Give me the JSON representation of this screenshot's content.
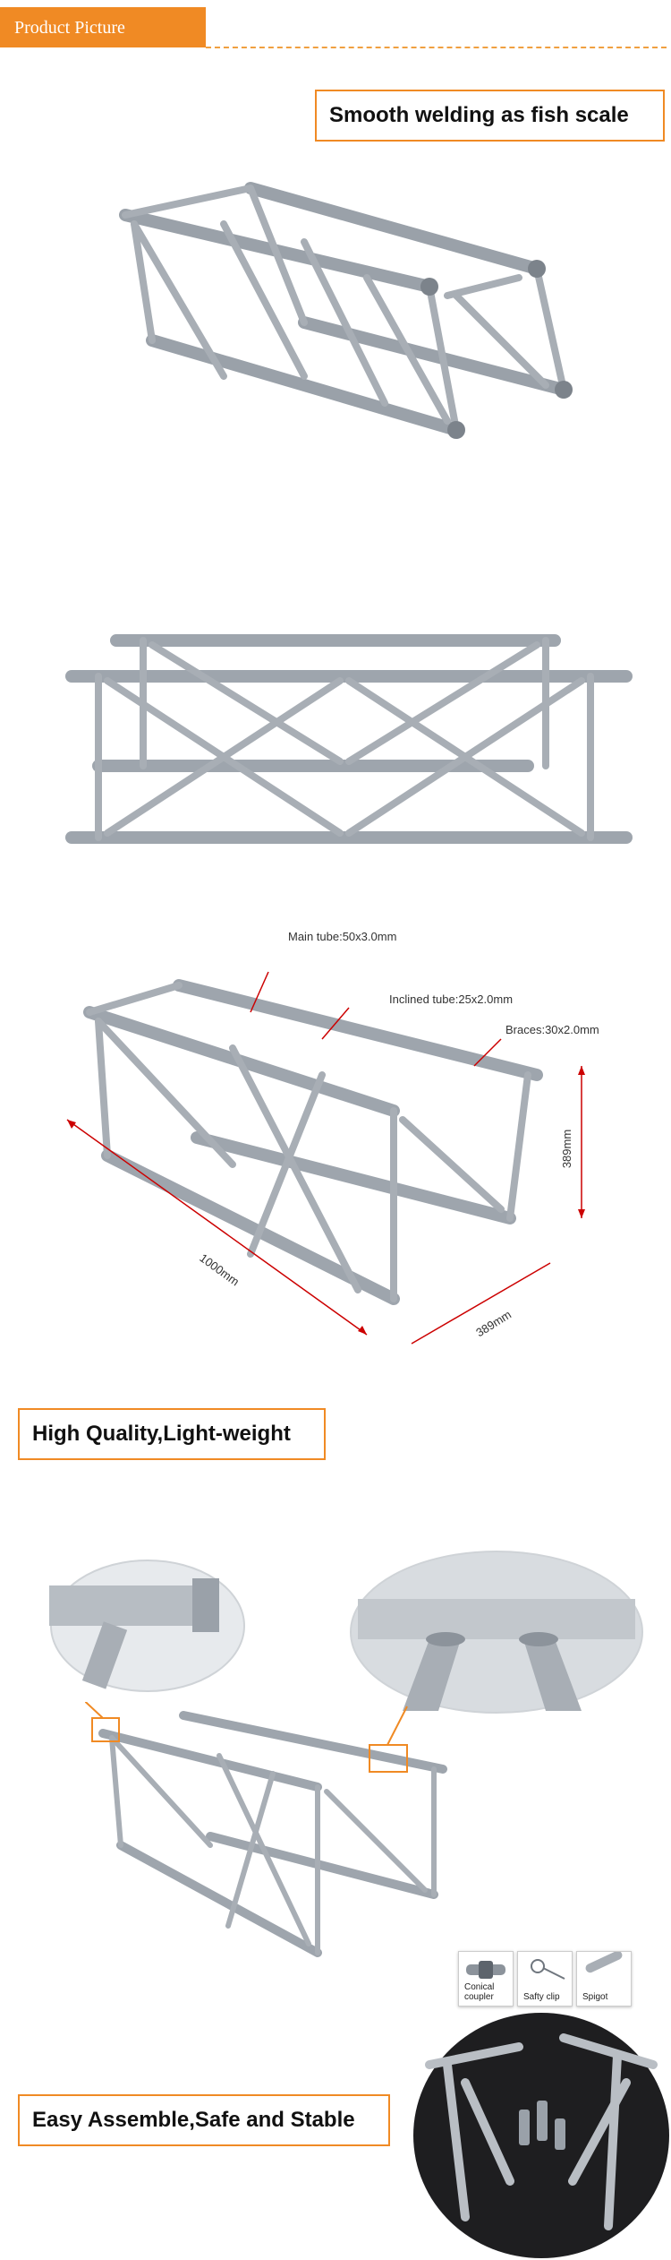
{
  "header": {
    "tab_label": "Product Picture"
  },
  "sections": {
    "welding_title": "Smooth welding as fish scale",
    "quality_title": "High Quality,Light-weight",
    "assemble_title": "Easy Assemble,Safe and Stable"
  },
  "spec_callouts": {
    "main_tube": "Main tube:50x3.0mm",
    "inclined_tube": "Inclined tube:25x2.0mm",
    "braces": "Braces:30x2.0mm"
  },
  "dimensions": {
    "length": "1000mm",
    "width": "389mm",
    "height": "389mm"
  },
  "accessories": [
    {
      "label": "Conical coupler"
    },
    {
      "label": "Safty clip"
    },
    {
      "label": "Spigot"
    }
  ],
  "colors": {
    "accent": "#f08a24",
    "metal": "#b9bec4"
  }
}
